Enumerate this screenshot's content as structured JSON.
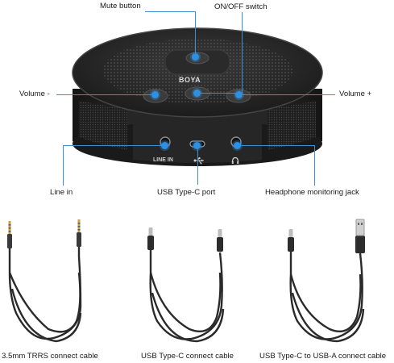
{
  "device": {
    "brand": "BOYA",
    "port_labels": {
      "line_in": "LINE IN"
    }
  },
  "callouts": {
    "mute_button": "Mute button",
    "on_off_switch": "ON/OFF switch",
    "volume_minus": "Volume -",
    "volume_plus": "Volume +",
    "line_in": "Line in",
    "usb_type_c_port": "USB Type-C port",
    "headphone_jack": "Headphone monitoring jack"
  },
  "cables": [
    {
      "caption": "3.5mm TRRS connect cable"
    },
    {
      "caption": "USB Type-C connect cable"
    },
    {
      "caption": "USB Type-C to USB-A connect cable"
    }
  ],
  "colors": {
    "accent": "#2f8fe0",
    "device_body": "#2b2b2b"
  },
  "icons": [
    "usb-icon",
    "headphone-icon"
  ]
}
